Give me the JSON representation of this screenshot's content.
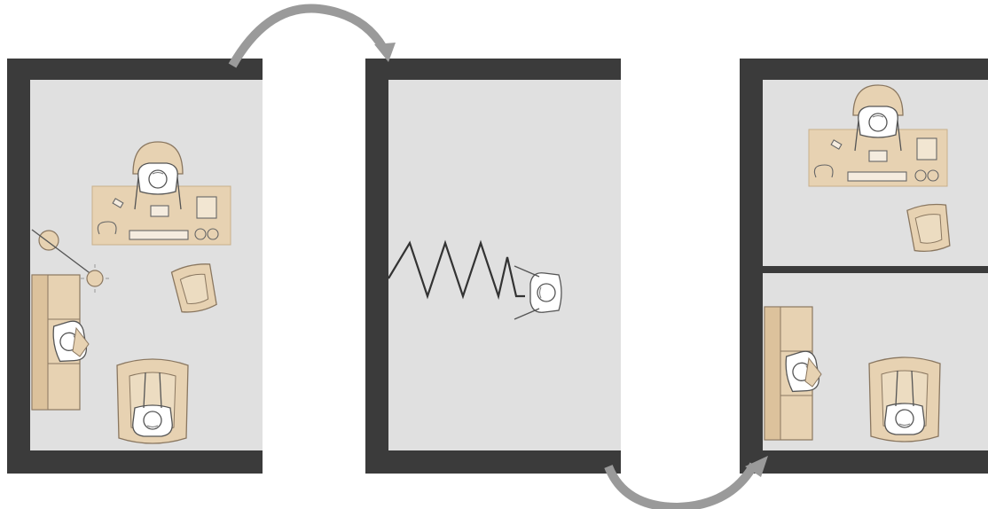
{
  "colors": {
    "background": "#ffffff",
    "wall": "#3b3b3b",
    "floor": "#e0e0e0",
    "furniture": "#e7d2b2",
    "furniture_outline": "#8a7760",
    "arrow": "#9a9a9a",
    "person": "#ffffff",
    "person_outline": "#555555"
  },
  "panels": [
    {
      "id": "room-before",
      "description_name": "original-room"
    },
    {
      "id": "room-empty",
      "description_name": "empty-room-with-wall-spring"
    },
    {
      "id": "room-after",
      "description_name": "room-divided-by-new-wall"
    }
  ],
  "icons": {
    "arrow_top": "curved-arrow-icon",
    "arrow_bottom": "curved-arrow-icon",
    "spring": "zigzag-spring-icon"
  }
}
